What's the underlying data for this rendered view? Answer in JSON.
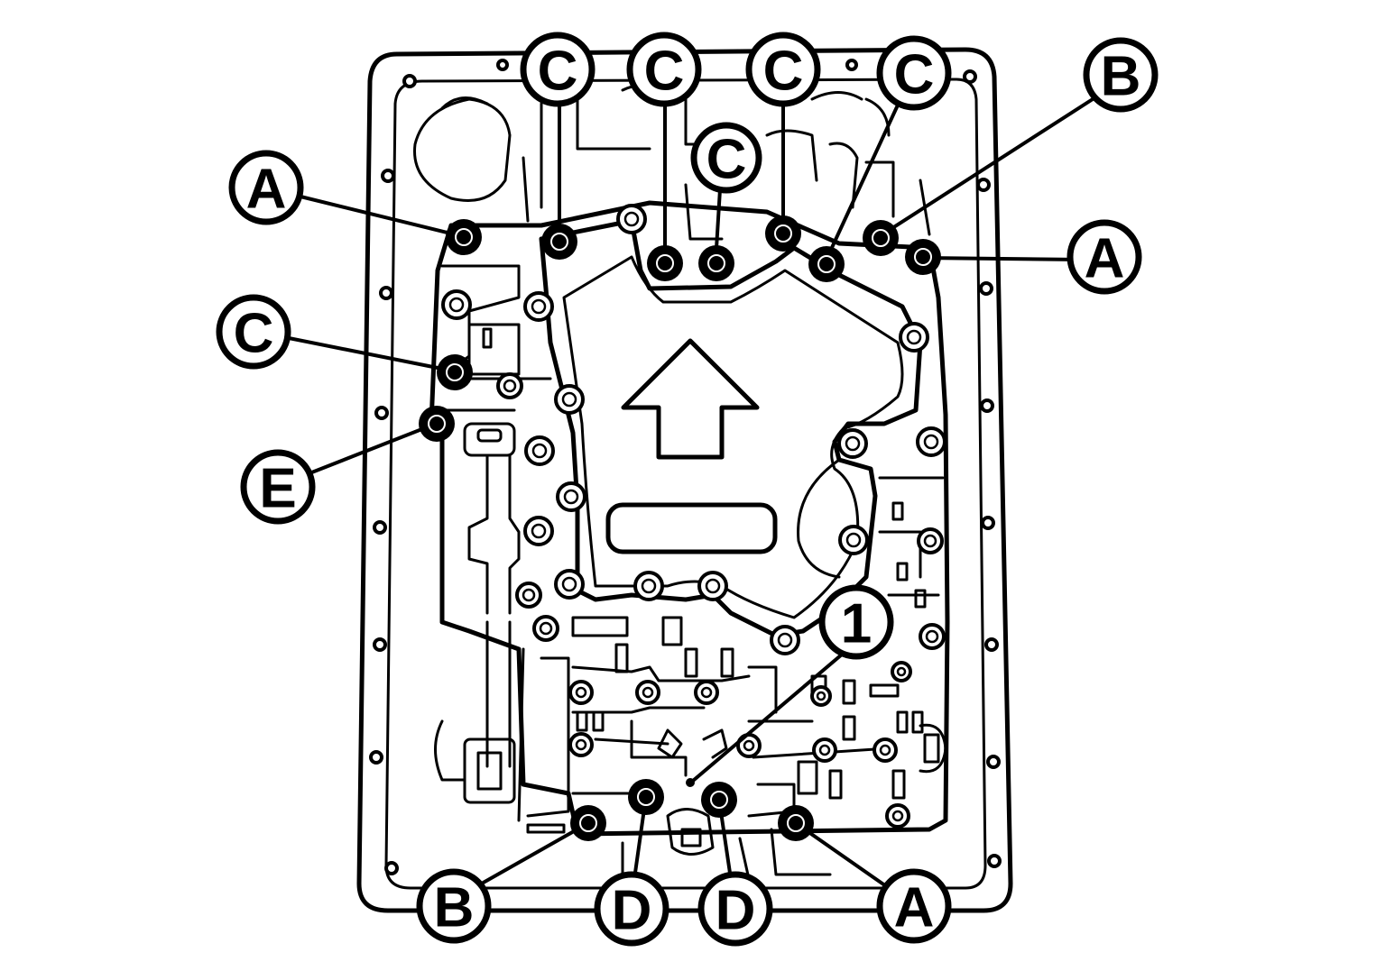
{
  "figure": {
    "callouts": [
      {
        "id": "c-top-1",
        "label": "C",
        "target": "bolt-c1"
      },
      {
        "id": "c-top-2",
        "label": "C",
        "target": "bolt-c2"
      },
      {
        "id": "c-top-3",
        "label": "C",
        "target": "bolt-c4"
      },
      {
        "id": "c-top-4",
        "label": "C",
        "target": "bolt-c5"
      },
      {
        "id": "c-mid",
        "label": "C",
        "target": "bolt-c3"
      },
      {
        "id": "b-top",
        "label": "B",
        "target": "bolt-b1"
      },
      {
        "id": "a-left",
        "label": "A",
        "target": "bolt-a1"
      },
      {
        "id": "a-right",
        "label": "A",
        "target": "bolt-a2"
      },
      {
        "id": "c-left",
        "label": "C",
        "target": "bolt-c6"
      },
      {
        "id": "e-left",
        "label": "E",
        "target": "bolt-e1"
      },
      {
        "id": "part-1",
        "label": "1",
        "target": "valve-body"
      },
      {
        "id": "b-bottom",
        "label": "B",
        "target": "bolt-b2"
      },
      {
        "id": "d-bottom-1",
        "label": "D",
        "target": "bolt-d1"
      },
      {
        "id": "d-bottom-2",
        "label": "D",
        "target": "bolt-d2"
      },
      {
        "id": "a-bottom",
        "label": "A",
        "target": "bolt-a3"
      }
    ]
  }
}
